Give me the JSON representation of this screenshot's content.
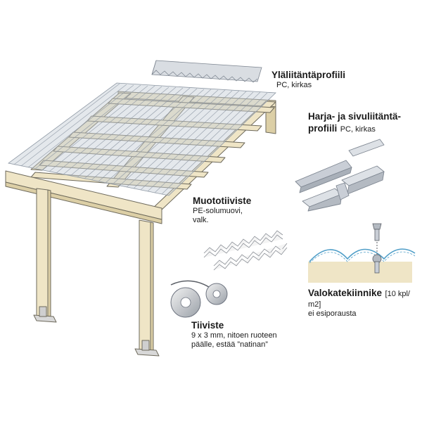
{
  "labels": {
    "top_profile": {
      "title": "Yläliitäntäprofiili",
      "desc": "PC, kirkas"
    },
    "ridge_profile": {
      "title_line1": "Harja- ja sivuliitäntä-",
      "title_line2": "profiili",
      "desc": "PC, kirkas"
    },
    "shape_seal": {
      "title": "Muototiiviste",
      "desc_line1": "PE-solumuovi,",
      "desc_line2": "valk."
    },
    "seal_tape": {
      "title": "Tiiviste",
      "desc_line1": "9 x 3 mm, nitoen ruoteen",
      "desc_line2": "päälle, estää ”natinan”"
    },
    "fastener": {
      "title": "Valokatekiinnike",
      "desc_line1": "[10 kpl/",
      "desc_line2": "m2]",
      "desc_line3": "ei esiporausta"
    }
  },
  "colors": {
    "wood": "#efe5c6",
    "wood_shade": "#dccfa6",
    "outline": "#6e6a5c",
    "panel": "#c4ccd4",
    "panel_rib": "#8e98a4",
    "profile": "#c9ced6",
    "steel": "#b4bac2"
  }
}
